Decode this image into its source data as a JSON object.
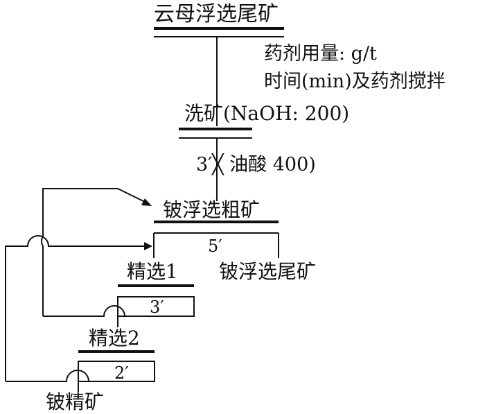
{
  "flowsheet": {
    "feed": "云母浮选尾矿",
    "legend": {
      "line1": "药剂用量: g/t",
      "line2": "时间(min)及药剂搅拌"
    },
    "washing": {
      "label": "洗矿(NaOH: 200)",
      "conditioning": "3′╳ 油酸 400)"
    },
    "rougher": {
      "label": "铍浮选粗矿",
      "time": "5′",
      "tailings": "铍浮选尾矿"
    },
    "cleaner1": {
      "label": "精选1",
      "time": "3′"
    },
    "cleaner2": {
      "label": "精选2",
      "time": "2′"
    },
    "concentrate": "铍精矿"
  }
}
